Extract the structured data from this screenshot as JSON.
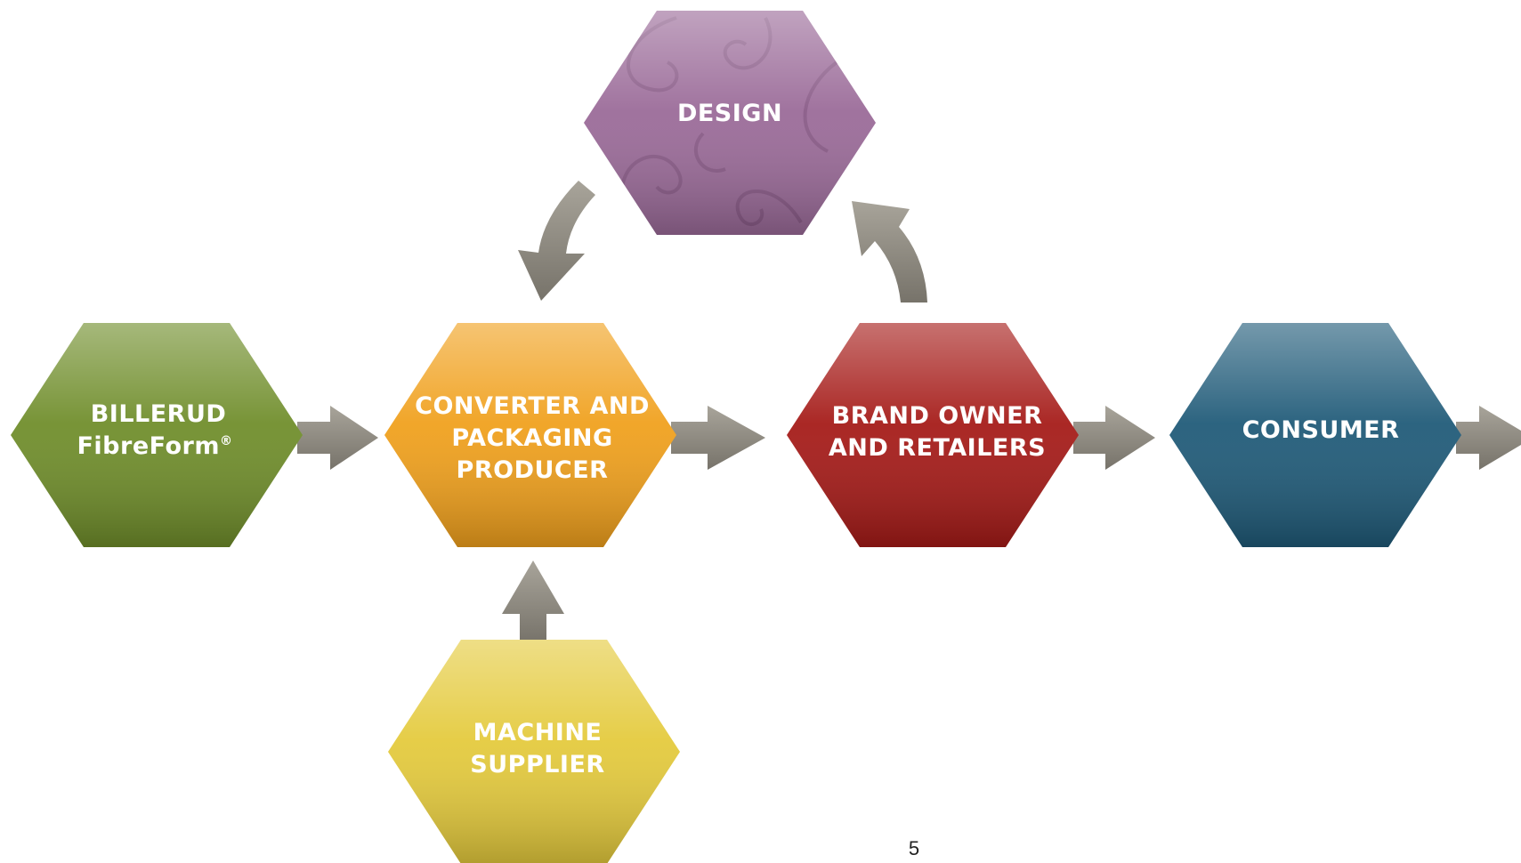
{
  "nodes": {
    "design": {
      "label": "DESIGN",
      "color": "#9a6a98"
    },
    "billerud": {
      "line1": "BILLERUD",
      "line2": "FibreForm",
      "mark": "®",
      "color": "#6f8d2a"
    },
    "converter": {
      "line1": "CONVERTER AND",
      "line2": "PACKAGING",
      "line3": "PRODUCER",
      "color": "#f0a01c"
    },
    "brand_owner": {
      "line1": "BRAND OWNER",
      "line2": "AND RETAILERS",
      "color": "#a51a17"
    },
    "consumer": {
      "label": "CONSUMER",
      "color": "#1f5a78"
    },
    "machine_supplier": {
      "line1": "MACHINE",
      "line2": "SUPPLIER",
      "color": "#e4ca3c"
    }
  },
  "arrow_color": "#8e8a80",
  "page_number": "5"
}
